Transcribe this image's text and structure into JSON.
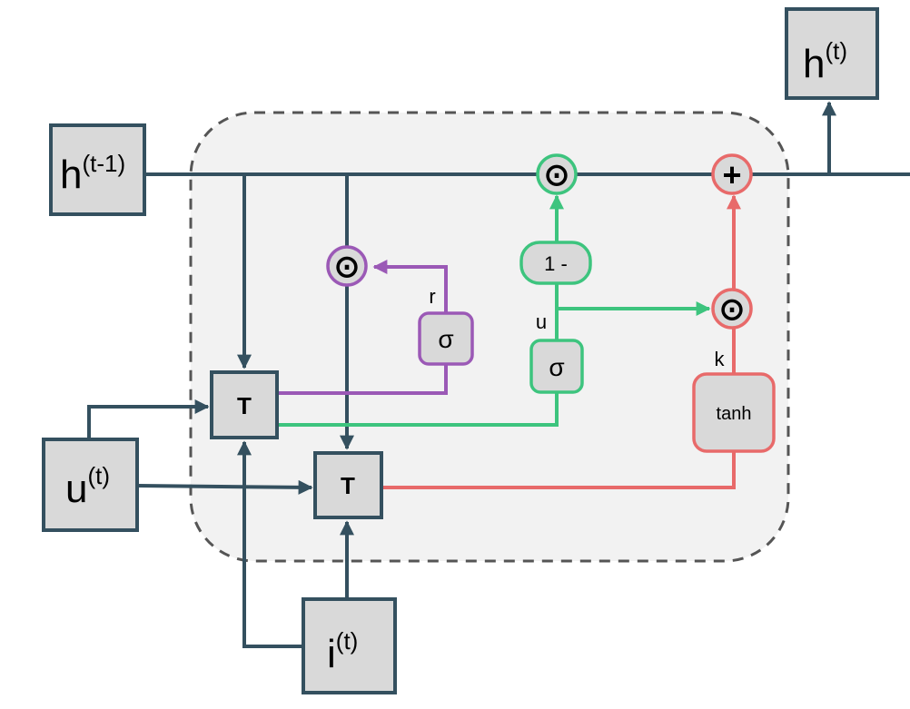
{
  "nodes": {
    "h_prev": {
      "base": "h",
      "sup": "(t-1)"
    },
    "h_out": {
      "base": "h",
      "sup": "(t)"
    },
    "u_in": {
      "base": "u",
      "sup": "(t)"
    },
    "i_in": {
      "base": "i",
      "sup": "(t)"
    },
    "t_upper": "T",
    "t_lower": "T",
    "sigma_r": "σ",
    "sigma_u": "σ",
    "one_minus": "1 -",
    "tanh": "tanh",
    "hadamard_symbol": "⊙",
    "plus_symbol": "+"
  },
  "labels": {
    "r": "r",
    "u": "u",
    "k": "k"
  },
  "colors": {
    "main_line": "#34505f",
    "reset_gate": "#9b59b6",
    "update_gate": "#3dc47e",
    "candidate": "#e86a6a",
    "box_fill": "#d9d9d9",
    "cell_bg": "#f2f2f2",
    "cell_border": "#555555"
  }
}
